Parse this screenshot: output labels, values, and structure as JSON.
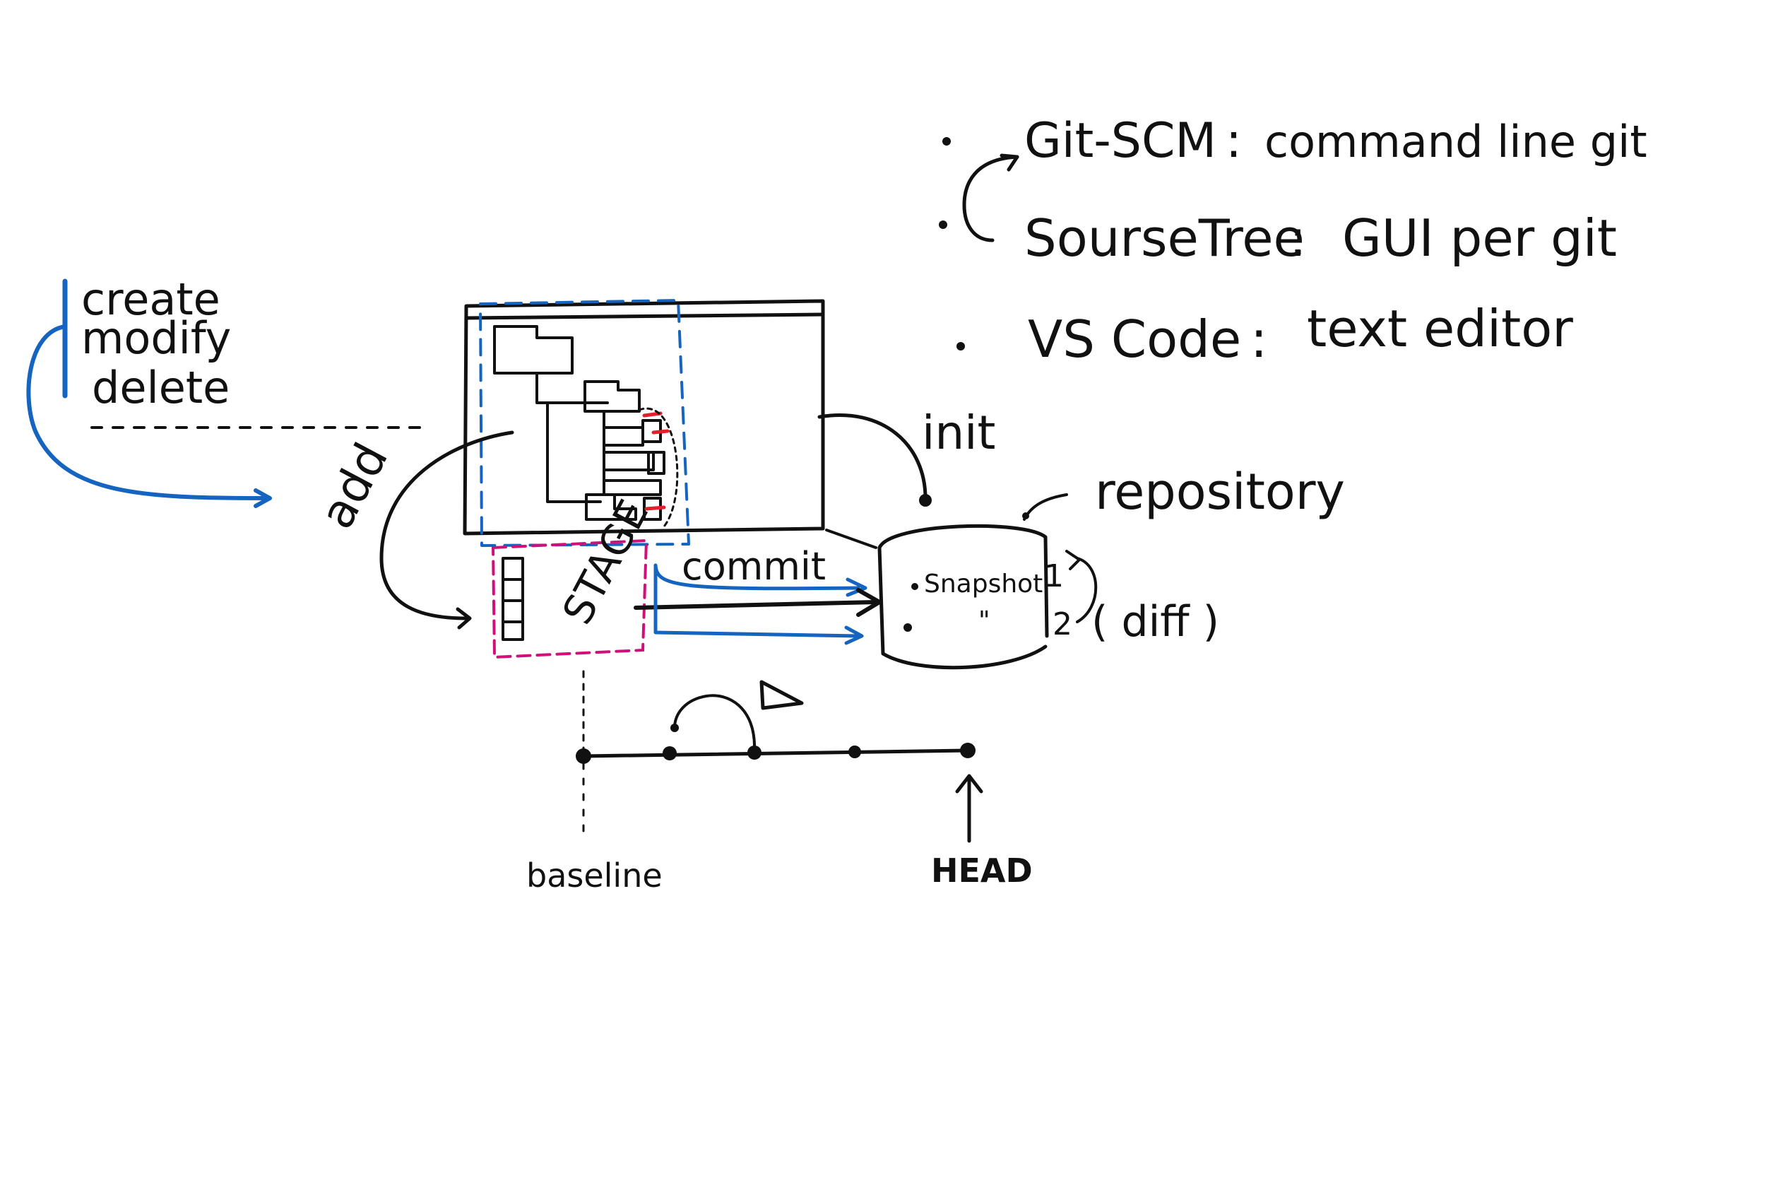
{
  "tools": [
    {
      "name": "Git-SCM",
      "desc": "command line git"
    },
    {
      "name": "SourseTree",
      "desc": "GUI per git"
    },
    {
      "name": "VS Code",
      "desc": "text editor"
    }
  ],
  "actions": [
    "create",
    "modify",
    "delete"
  ],
  "labels": {
    "add": "add",
    "stage": "STAGE",
    "commit": "commit",
    "init": "init",
    "repository": "repository",
    "snapshot": "Snapshot",
    "ditto": "\"",
    "num1": "1",
    "num2": "2",
    "diff": "( diff )",
    "baseline": "baseline",
    "head": "HEAD"
  },
  "colors": {
    "ink": "#111111",
    "blue": "#1565c0",
    "magenta": "#d0107a",
    "red": "#e0202a"
  }
}
